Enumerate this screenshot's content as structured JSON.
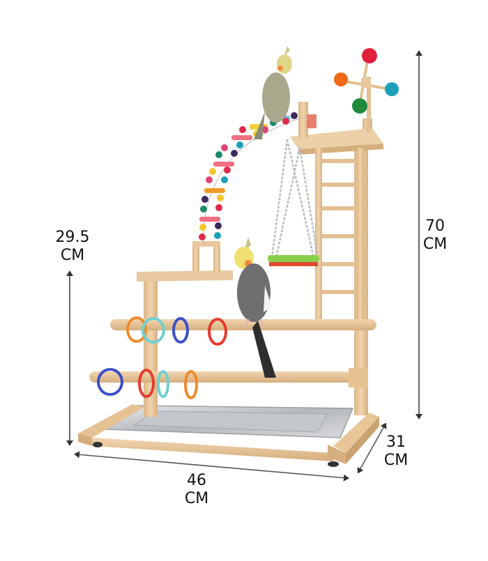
{
  "product": {
    "name": "Wooden bird play stand with ladders, swing, perches and tray",
    "colors": {
      "wood": "#e9c9a0",
      "wood_dark": "#d4ad7c",
      "tray": "#c9cbcf",
      "arrow": "#555555",
      "text": "#111111"
    }
  },
  "dimensions": {
    "height_total": {
      "value": "70",
      "unit": "CM"
    },
    "height_lower": {
      "value": "29.5",
      "unit": "CM"
    },
    "width": {
      "value": "46",
      "unit": "CM"
    },
    "depth": {
      "value": "31",
      "unit": "CM"
    }
  },
  "features": {
    "rings_top_perch": [
      "#f08a2c",
      "#6fd0d0",
      "#3a4fc8",
      "#e63b2e"
    ],
    "rings_bottom_perch": [
      "#3a4fc8",
      "#e63b2e",
      "#6fd0d0",
      "#f08a2c"
    ],
    "toy_balls": [
      "#e01f3d",
      "#f06a1a",
      "#1aa0b8",
      "#1f8a3a"
    ],
    "swing_color": "#8bd04a",
    "birds": [
      "cockatiel-top",
      "cockatiel-perch"
    ]
  }
}
